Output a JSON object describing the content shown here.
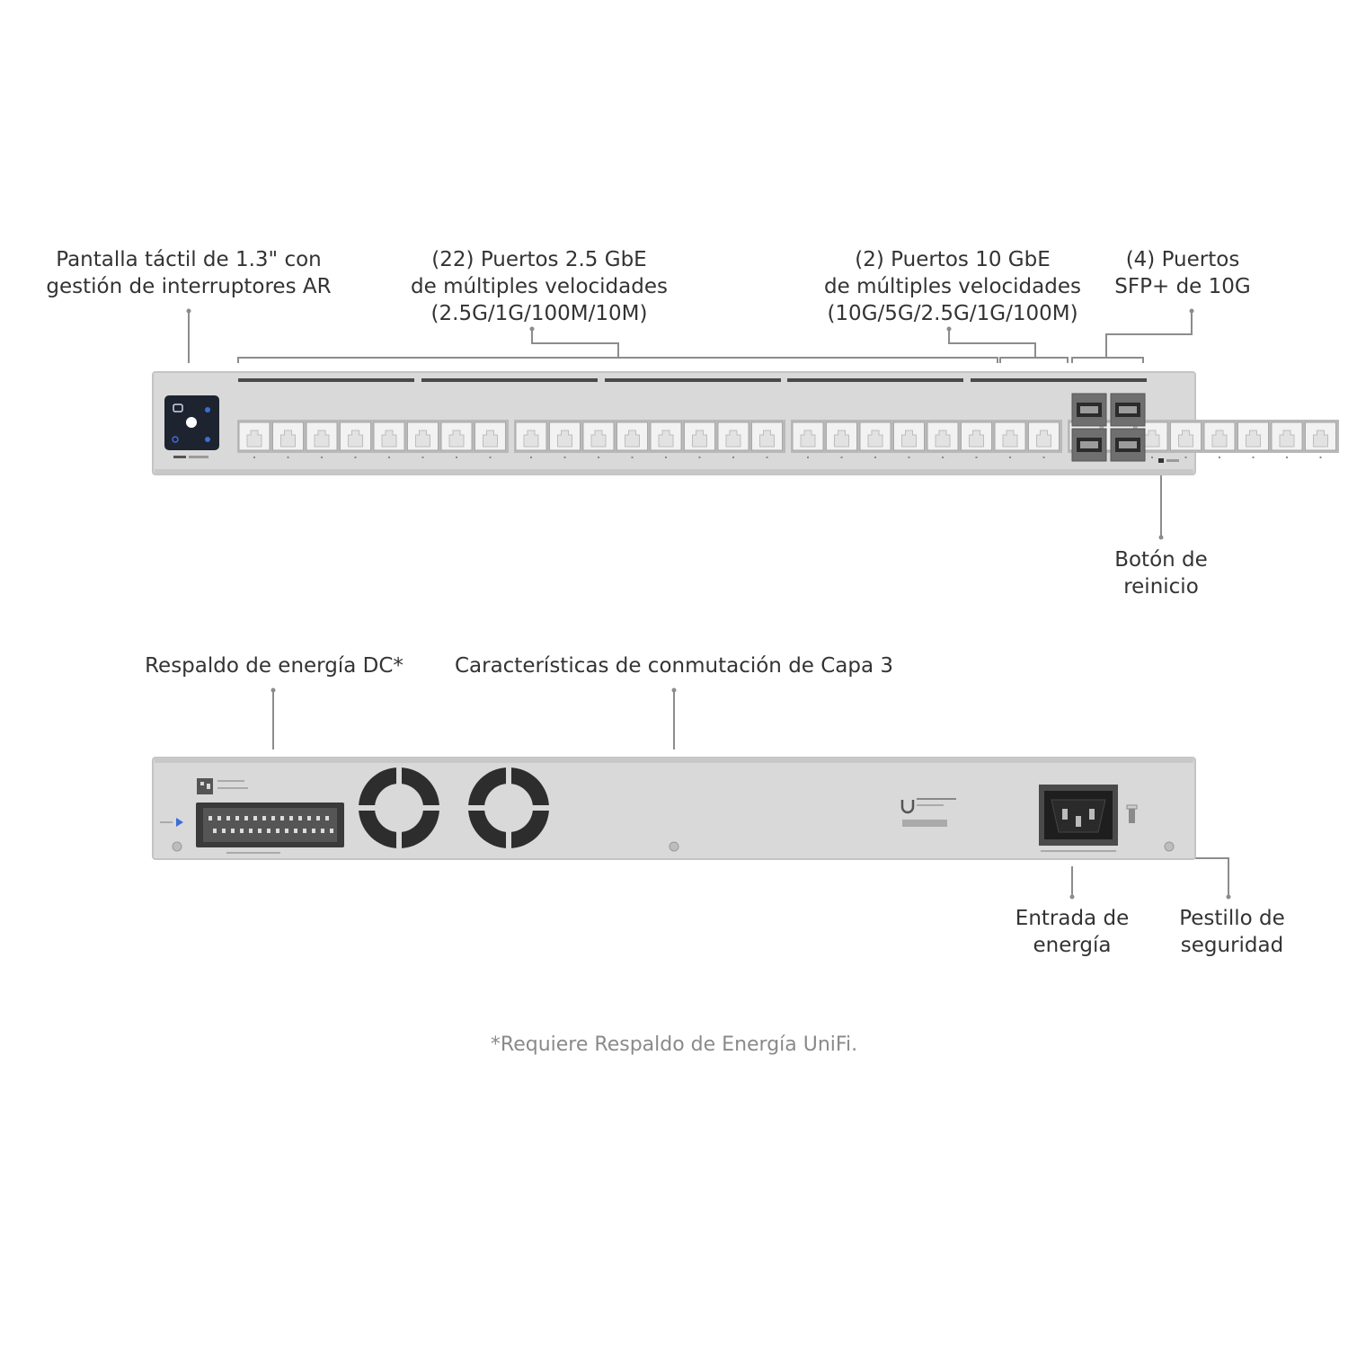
{
  "front_labels": {
    "touchscreen": [
      "Pantalla táctil de 1.3\" con",
      "gestión de interruptores AR"
    ],
    "ports_25g": [
      "(22) Puertos 2.5 GbE",
      "de múltiples velocidades",
      "(2.5G/1G/100M/10M)"
    ],
    "ports_10g": [
      "(2) Puertos  10 GbE",
      "de múltiples velocidades",
      "(10G/5G/2.5G/1G/100M)"
    ],
    "sfp": [
      "(4) Puertos",
      "SFP+ de 10G"
    ],
    "reset": [
      "Botón de",
      "reinicio"
    ]
  },
  "back_labels": {
    "dc_backup": "Respaldo de energía DC*",
    "layer3": "Características de conmutación de Capa 3",
    "power_input": [
      "Entrada de",
      "energía"
    ],
    "security_latch": [
      "Pestillo de",
      "seguridad"
    ]
  },
  "footnote": "*Requiere Respaldo de Energía UniFi.",
  "device": {
    "rj45_ports": 32,
    "sfp_ports": 4,
    "fans": 2,
    "colors": {
      "chassis": "#d9d9d9",
      "chassis_edge": "#c4c4c4",
      "port_fill": "#f2f2f2",
      "screen": "#1e2330",
      "screen_accent": "#3b6fd6",
      "leader_line": "#8c8c8c"
    }
  }
}
